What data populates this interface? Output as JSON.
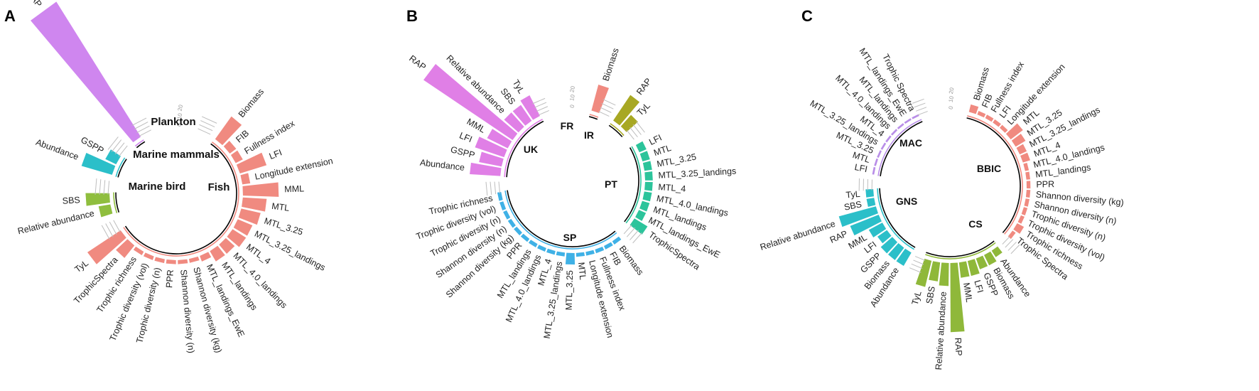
{
  "chart_data": [
    {
      "panel": "A",
      "type": "bar",
      "tick_labels": [
        "20",
        "10",
        "0"
      ],
      "groups": [
        {
          "name": "Plankton",
          "color": "#f08a80",
          "bars": []
        },
        {
          "name": "Fish",
          "color": "#f08a80",
          "bars": [
            {
              "label": "Biomass",
              "value": 7
            },
            {
              "label": "FIB",
              "value": 2
            },
            {
              "label": "Fullness index",
              "value": 2
            },
            {
              "label": "LFI",
              "value": 7
            },
            {
              "label": "Longitude extension",
              "value": 2
            },
            {
              "label": "MML",
              "value": 9
            },
            {
              "label": "MTL",
              "value": 6
            },
            {
              "label": "MTL_3.25",
              "value": 5
            },
            {
              "label": "MTL_3.25_landings",
              "value": 4
            },
            {
              "label": "MTL_4",
              "value": 4
            },
            {
              "label": "MTL_4.0_landings",
              "value": 3
            },
            {
              "label": "MTL_landings",
              "value": 3
            },
            {
              "label": "MTL_landings_EwE",
              "value": 1.5
            },
            {
              "label": "Shannon diversity (kg)",
              "value": 1
            },
            {
              "label": "Shannon diversity (n)",
              "value": 1
            },
            {
              "label": "PPR",
              "value": 1
            },
            {
              "label": "Trophic diversity (n)",
              "value": 1
            },
            {
              "label": "Trophic diversity (vol)",
              "value": 1
            },
            {
              "label": "Trophic richness",
              "value": 1
            },
            {
              "label": "TrophicSpectra",
              "value": 4
            },
            {
              "label": "TyL",
              "value": 10
            }
          ]
        },
        {
          "name": "Marine bird",
          "color": "#8fbe3e",
          "bars": [
            {
              "label": "Relative abundance",
              "value": 3
            },
            {
              "label": "SBS",
              "value": 6
            }
          ]
        },
        {
          "name": "Marine mammals",
          "color": "#2bbfc9",
          "bars": [
            {
              "label": "Abundance",
              "value": 8
            },
            {
              "label": "GSPP",
              "value": 3
            }
          ]
        },
        {
          "name": "",
          "color": "#cf86ef",
          "bars": [
            {
              "label": "RAP",
              "value": 40
            }
          ]
        }
      ]
    },
    {
      "panel": "B",
      "type": "bar",
      "tick_labels": [
        "20",
        "10",
        "0"
      ],
      "groups": [
        {
          "name": "FR",
          "color": "#f08a80",
          "bars": [
            {
              "label": "Biomass",
              "value": 7
            }
          ]
        },
        {
          "name": "IR",
          "color": "#a8a823",
          "bars": [
            {
              "label": "RAP",
              "value": 8
            },
            {
              "label": "TyL",
              "value": 4
            }
          ]
        },
        {
          "name": "PT",
          "color": "#2cc49b",
          "bars": [
            {
              "label": "LFI",
              "value": 2
            },
            {
              "label": "MTL",
              "value": 2
            },
            {
              "label": "MTL_3.25",
              "value": 2
            },
            {
              "label": "MTL_3.25_landings",
              "value": 2
            },
            {
              "label": "MTL_4",
              "value": 2
            },
            {
              "label": "MTL_4.0_landings",
              "value": 2
            },
            {
              "label": "MTL_landings",
              "value": 2
            },
            {
              "label": "MTL_landings_EwE",
              "value": 2
            },
            {
              "label": "TrophicSpectra",
              "value": 4
            }
          ]
        },
        {
          "name": "SP",
          "color": "#3fb1e6",
          "bars": [
            {
              "label": "Biomass",
              "value": 1
            },
            {
              "label": "FIB",
              "value": 1
            },
            {
              "label": "Fullness index",
              "value": 1
            },
            {
              "label": "Longitude extension",
              "value": 1
            },
            {
              "label": "MTL",
              "value": 1
            },
            {
              "label": "MTL_3.25",
              "value": 3
            },
            {
              "label": "MTL_3.25_landings",
              "value": 1
            },
            {
              "label": "MTL_4",
              "value": 1
            },
            {
              "label": "MTL_4.0_landings",
              "value": 1
            },
            {
              "label": "MTL_landings",
              "value": 1
            },
            {
              "label": "PPR",
              "value": 1
            },
            {
              "label": "Shannon diversity (kg)",
              "value": 1
            },
            {
              "label": "Shannon diversity (n)",
              "value": 1
            },
            {
              "label": "Trophic diversity (n)",
              "value": 1
            },
            {
              "label": "Trophic diversity (vol)",
              "value": 1
            },
            {
              "label": "Trophic richness",
              "value": 1
            }
          ]
        },
        {
          "name": "UK",
          "color": "#e07fe6",
          "bars": [
            {
              "label": "Abundance",
              "value": 8
            },
            {
              "label": "GSPP",
              "value": 6
            },
            {
              "label": "LFI",
              "value": 8
            },
            {
              "label": "MML",
              "value": 6
            },
            {
              "label": "RAP",
              "value": 28
            },
            {
              "label": "Relative abundance",
              "value": 5
            },
            {
              "label": "SBS",
              "value": 5
            },
            {
              "label": "TyL",
              "value": 6
            }
          ]
        }
      ]
    },
    {
      "panel": "C",
      "type": "bar",
      "tick_labels": [
        "20",
        "10",
        "0"
      ],
      "groups": [
        {
          "name": "BBIC",
          "color": "#f08a80",
          "bars": [
            {
              "label": "Biomass",
              "value": 2
            },
            {
              "label": "FIB",
              "value": 1
            },
            {
              "label": "Fullness index",
              "value": 1
            },
            {
              "label": "LFI",
              "value": 1
            },
            {
              "label": "Longitude extension",
              "value": 1
            },
            {
              "label": "MTL",
              "value": 4
            },
            {
              "label": "MTL_3.25",
              "value": 3
            },
            {
              "label": "MTL_3.25_landings",
              "value": 2
            },
            {
              "label": "MTL_4",
              "value": 2
            },
            {
              "label": "MTL_4.0_landings",
              "value": 1
            },
            {
              "label": "MTL_landings",
              "value": 1
            },
            {
              "label": "PPR",
              "value": 1
            },
            {
              "label": "Shannon diversity (kg)",
              "value": 1
            },
            {
              "label": "Shannon diversity (n)",
              "value": 1
            },
            {
              "label": "Trophic diversity (n)",
              "value": 1
            },
            {
              "label": "Trophic diversity (vol)",
              "value": 1
            },
            {
              "label": "Trophic richness",
              "value": 2
            },
            {
              "label": "Trophic Spectra",
              "value": 1
            }
          ]
        },
        {
          "name": "CS",
          "color": "#8fb83a",
          "bars": [
            {
              "label": "Abundance",
              "value": 2
            },
            {
              "label": "Biomass",
              "value": 3
            },
            {
              "label": "GSPP",
              "value": 3
            },
            {
              "label": "LFI",
              "value": 4
            },
            {
              "label": "MML",
              "value": 4
            },
            {
              "label": "RAP",
              "value": 18
            },
            {
              "label": "Relative abundance",
              "value": 6
            },
            {
              "label": "SBS",
              "value": 5
            },
            {
              "label": "TyL",
              "value": 7
            }
          ]
        },
        {
          "name": "GNS",
          "color": "#2bbfc9",
          "bars": [
            {
              "label": "Abundance",
              "value": 4
            },
            {
              "label": "Biomass",
              "value": 4
            },
            {
              "label": "GSPP",
              "value": 4
            },
            {
              "label": "LFI",
              "value": 3
            },
            {
              "label": "MML",
              "value": 4
            },
            {
              "label": "RAP",
              "value": 8
            },
            {
              "label": "Relative abundance",
              "value": 10
            },
            {
              "label": "SBS",
              "value": 2
            },
            {
              "label": "TyL",
              "value": 2
            }
          ]
        },
        {
          "name": "MAC",
          "color": "#b98ee8",
          "bars": [
            {
              "label": "LFI",
              "value": 0.5
            },
            {
              "label": "MTL",
              "value": 0.5
            },
            {
              "label": "MTL_3.25",
              "value": 0.5
            },
            {
              "label": "MTL_3.25_landings",
              "value": 0.5
            },
            {
              "label": "MTL_4",
              "value": 0.5
            },
            {
              "label": "MTL_4.0_landings",
              "value": 0.5
            },
            {
              "label": "MTL_landings",
              "value": 0.5
            },
            {
              "label": "MTL_landings_EwE",
              "value": 0.5
            },
            {
              "label": "Trophic Spectra",
              "value": 0.5
            }
          ]
        }
      ]
    }
  ]
}
